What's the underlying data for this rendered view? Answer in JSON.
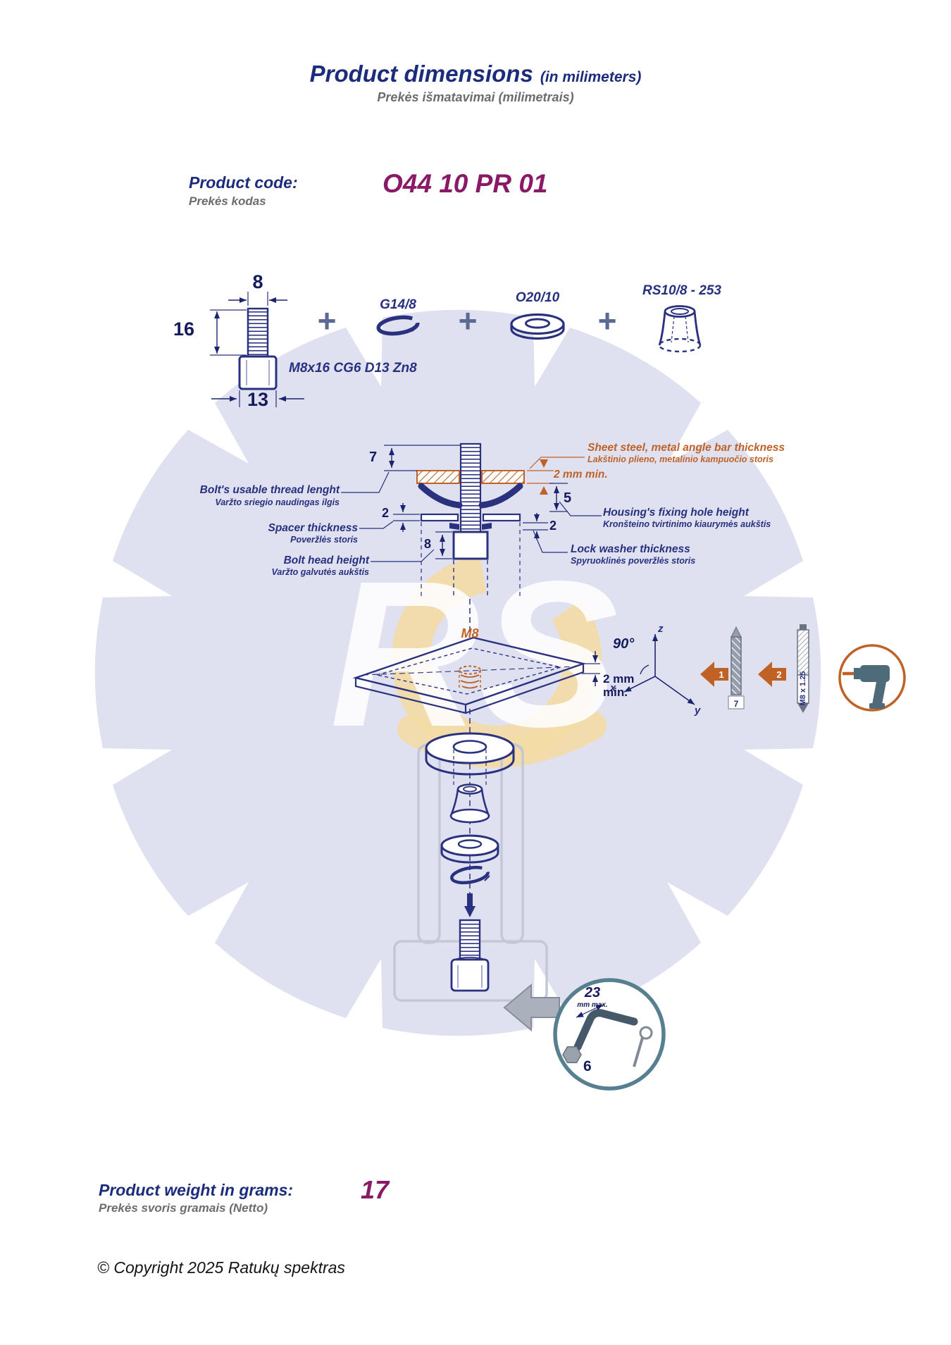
{
  "header": {
    "title": "Product dimensions",
    "title_suffix": "(in milimeters)",
    "subtitle": "Prekės išmatavimai (milimetrais)"
  },
  "product_code": {
    "label_en": "Product code:",
    "label_lt": "Prekės kodas",
    "value": "O44 10 PR 01"
  },
  "parts": {
    "plus": "+",
    "bolt": {
      "label": "M8x16 CG6 D13 Zn8",
      "dim_width": "8",
      "dim_length": "16",
      "dim_head": "13"
    },
    "lock_washer": {
      "label": "G14/8"
    },
    "washer": {
      "label": "O20/10"
    },
    "spacer": {
      "label": "RS10/8 - 253"
    }
  },
  "section": {
    "thread_length": {
      "label_en": "Bolt's usable thread lenght",
      "label_lt": "Varžto sriegio naudingas ilgis",
      "value": "7"
    },
    "sheet": {
      "label_en": "Sheet steel, metal angle bar thickness",
      "label_lt": "Lakštinio plieno, metalinio kampuočio storis",
      "value": "2 mm min."
    },
    "housing": {
      "label_en": "Housing's fixing hole height",
      "label_lt": "Kronšteino tvirtinimo kiaurymės aukštis",
      "value": "5"
    },
    "spacer": {
      "label_en": "Spacer thickness",
      "label_lt": "Poveržlės storis",
      "value": "2"
    },
    "lock_washer": {
      "label_en": "Lock washer thickness",
      "label_lt": "Spyruoklinės poveržlės storis",
      "value": "2"
    },
    "bolt_head": {
      "label_en": "Bolt head height",
      "label_lt": "Varžto galvutės aukštis",
      "value": "8"
    }
  },
  "assembly": {
    "thread": "M8",
    "angle": "90°",
    "min_thickness": "2 mm",
    "min_thickness2": "min.",
    "axis_x": "x",
    "axis_y": "y",
    "axis_z": "z",
    "step_1": "1",
    "step_2": "2",
    "drill_size": "7",
    "tap": "M8 x 1.25"
  },
  "tool": {
    "key_length": "23",
    "key_length_unit": "mm max.",
    "key_size": "6"
  },
  "weight": {
    "label_en": "Product weight in grams:",
    "label_lt": "Prekės svoris gramais (Netto)",
    "value": "17"
  },
  "footer": {
    "copyright": "© Copyright 2025 Ratukų spektras"
  },
  "watermark": {
    "letters": "RS"
  },
  "colors": {
    "navy": "#27307f",
    "orange": "#c06226",
    "purple": "#8a1a68",
    "disc": "#e0e1f0",
    "gold": "#f4dca6"
  }
}
